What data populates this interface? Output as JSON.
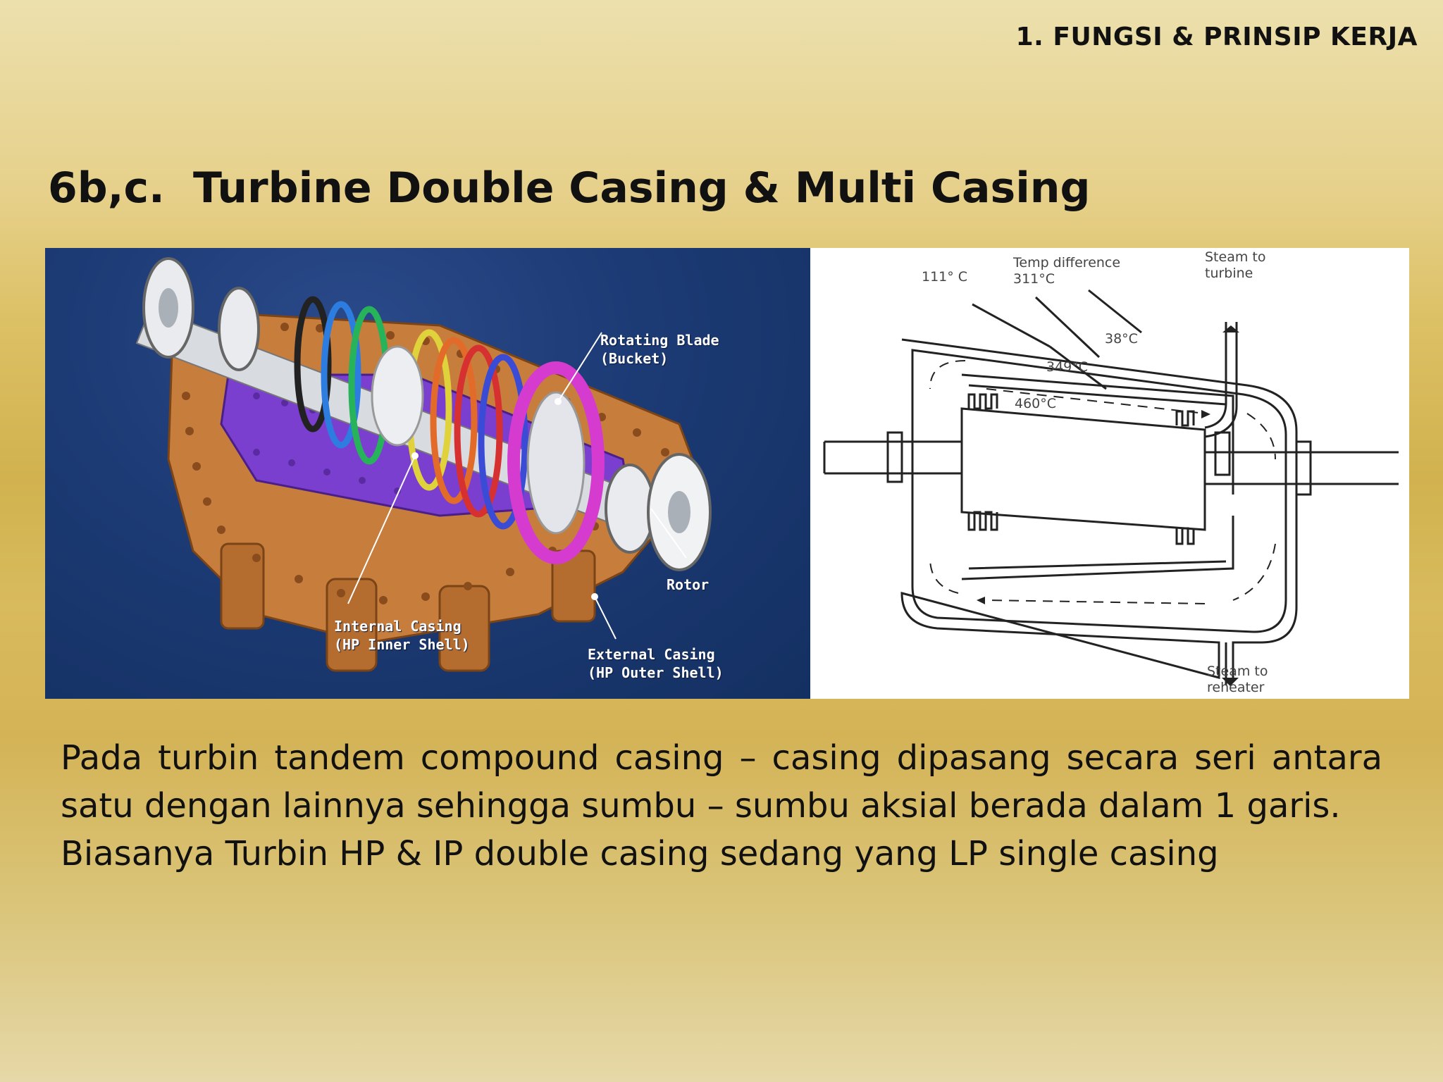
{
  "header": {
    "section": "1. FUNGSI & PRINSIP KERJA"
  },
  "title": {
    "number": "6b,c.",
    "text": "Turbine Double Casing & Multi Casing"
  },
  "figure_left": {
    "callouts": {
      "rotating_blade": [
        "Rotating Blade",
        "(Bucket)"
      ],
      "rotor": [
        "Rotor"
      ],
      "internal_casing": [
        "Internal Casing",
        "(HP Inner Shell)"
      ],
      "external_casing": [
        "External Casing",
        "(HP Outer Shell)"
      ]
    }
  },
  "figure_right": {
    "labels": {
      "t111": "111° C",
      "temp_diff": [
        "Temp difference",
        "311°C"
      ],
      "steam_in": [
        "Steam to",
        "turbine"
      ],
      "t38": "38°C",
      "t349": "349°C",
      "t460": "460°C",
      "steam_out": [
        "Steam to",
        "reheater"
      ]
    }
  },
  "body": {
    "line1": "Pada turbin tandem compound casing – casing dipasang secara seri antara satu dengan lainnya sehingga sumbu – sumbu aksial berada dalam 1 garis.",
    "line2": "Biasanya Turbin HP & IP double casing sedang yang LP single casing"
  },
  "colors": {
    "casing_orange": "#c77d3c",
    "inner_purple": "#7b3fd0",
    "panel_blue": "#1c3a74",
    "blade_magenta": "#d63bd0"
  }
}
